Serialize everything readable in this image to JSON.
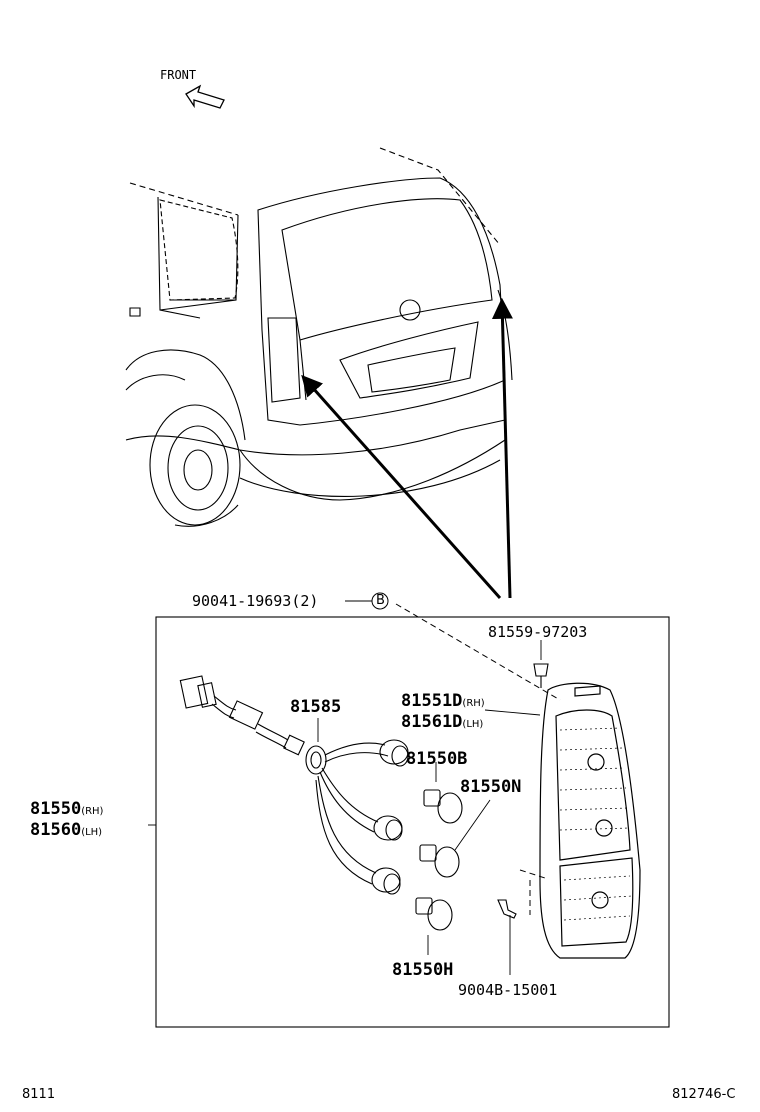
{
  "header": {
    "front_label": "FRONT"
  },
  "callouts": {
    "screw_set": {
      "part": "90041-19693",
      "qty": "(2)",
      "ref": "B"
    },
    "clip_top": "81559-97203",
    "lens_rh": {
      "part": "81551D",
      "side": "(RH)"
    },
    "lens_lh": {
      "part": "81561D",
      "side": "(LH)"
    },
    "socket_wire": "81585",
    "bulb_b": "81550B",
    "bulb_n": "81550N",
    "bulb_h": "81550H",
    "screw_bottom": "9004B-15001",
    "assy_rh": {
      "part": "81550",
      "side": "(RH)"
    },
    "assy_lh": {
      "part": "81560",
      "side": "(LH)"
    }
  },
  "footer": {
    "left_code": "8111",
    "right_code": "812746-C"
  }
}
